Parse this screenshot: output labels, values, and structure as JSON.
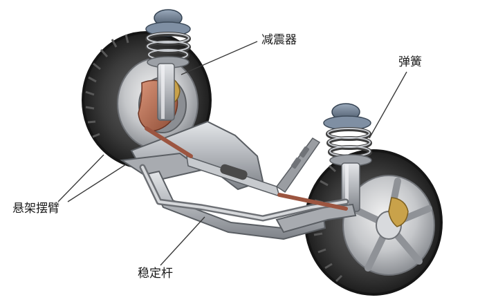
{
  "labels": {
    "shock_absorber": "减震器",
    "spring": "弹簧",
    "control_arm": "悬架摆臂",
    "stabilizer_bar": "稳定杆"
  },
  "colors": {
    "background": "#ffffff",
    "leader_line": "#3a3a3a",
    "tire": "#2b2b2b",
    "metal": "#b9bcc0",
    "copper": "#b26a4e",
    "brass": "#c9a24a"
  }
}
